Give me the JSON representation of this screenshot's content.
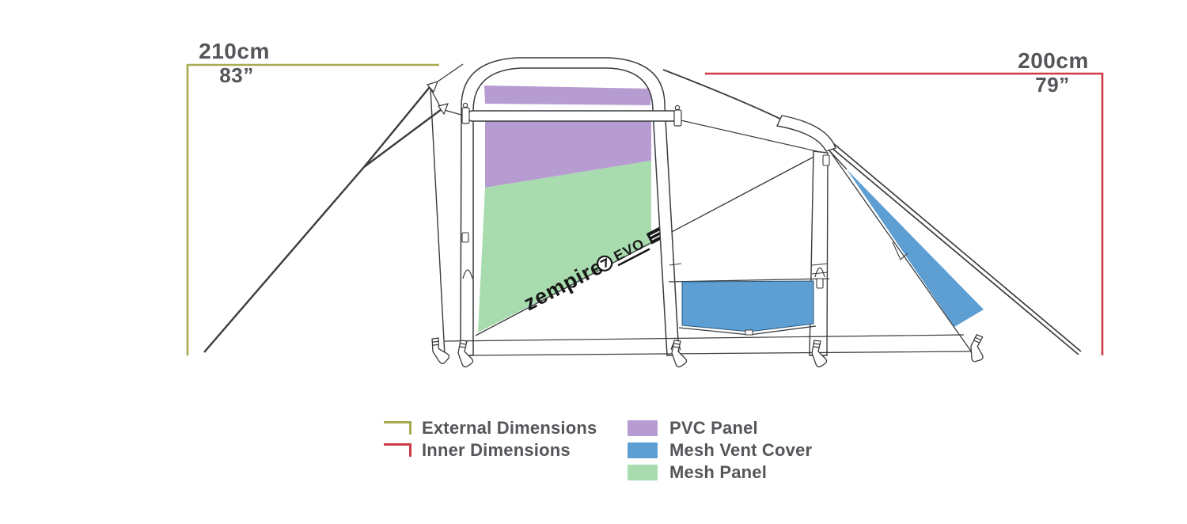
{
  "dimensions": {
    "external": {
      "value_cm": "210cm",
      "value_in": "83”"
    },
    "inner": {
      "value_cm": "200cm",
      "value_in": "79”"
    }
  },
  "tent_logo": {
    "brand": "zempire",
    "model": "EVO"
  },
  "legend": {
    "dimension_items": [
      {
        "label": "External Dimensions",
        "color": "#a6aa4f"
      },
      {
        "label": "Inner Dimensions",
        "color": "#cf3b45"
      }
    ],
    "panel_items": [
      {
        "label": "PVC Panel",
        "color": "#b79cd1"
      },
      {
        "label": "Mesh Vent Cover",
        "color": "#5d9ed3"
      },
      {
        "label": "Mesh Panel",
        "color": "#a8dcae"
      }
    ]
  },
  "colors": {
    "external_dimension": "#a6aa4f",
    "inner_dimension": "#cf3b45",
    "pvc_panel": "#b79cd1",
    "mesh_vent_cover": "#5d9ed3",
    "mesh_panel": "#a8dcae",
    "outline": "#3a3c3e",
    "text": "#55565a"
  }
}
